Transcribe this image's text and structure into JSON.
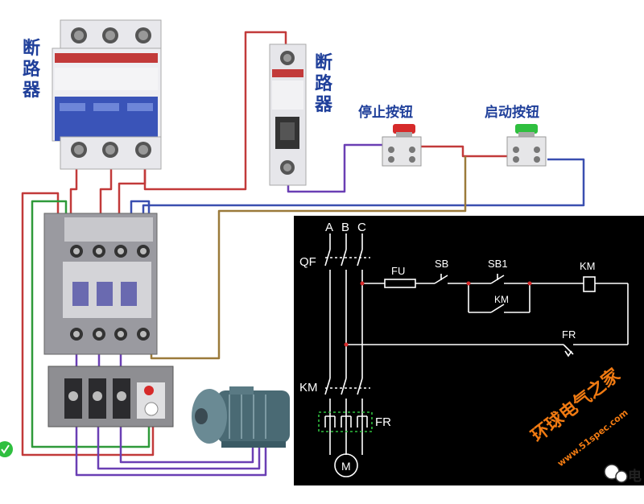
{
  "labels": {
    "breaker_left": "断路器",
    "breaker_right": "断路器",
    "stop_button": "停止按钮",
    "start_button": "启动按钮"
  },
  "schematic": {
    "phase_a": "A",
    "phase_b": "B",
    "phase_c": "C",
    "qf": "QF",
    "fu": "FU",
    "sb": "SB",
    "sb1": "SB1",
    "km_coil": "KM",
    "km_aux": "KM",
    "fr_contact": "FR",
    "km_main": "KM",
    "fr_heater": "FR",
    "motor": "M"
  },
  "watermark": {
    "site_name": "环球电气之家",
    "site_url": "www.51spec.com",
    "wechat_char": "电"
  },
  "colors": {
    "label_blue": "#1f3f9a",
    "wire_red": "#c23a3a",
    "wire_purple": "#6a3fb4",
    "wire_blue": "#3a4fb0",
    "wire_brown": "#9b7a3a",
    "wire_green": "#2f9a3a",
    "schematic_bg": "#000000",
    "stop_cap": "#d62a2a",
    "start_cap": "#2fbf3f",
    "watermark_orange": "#f07a12"
  }
}
